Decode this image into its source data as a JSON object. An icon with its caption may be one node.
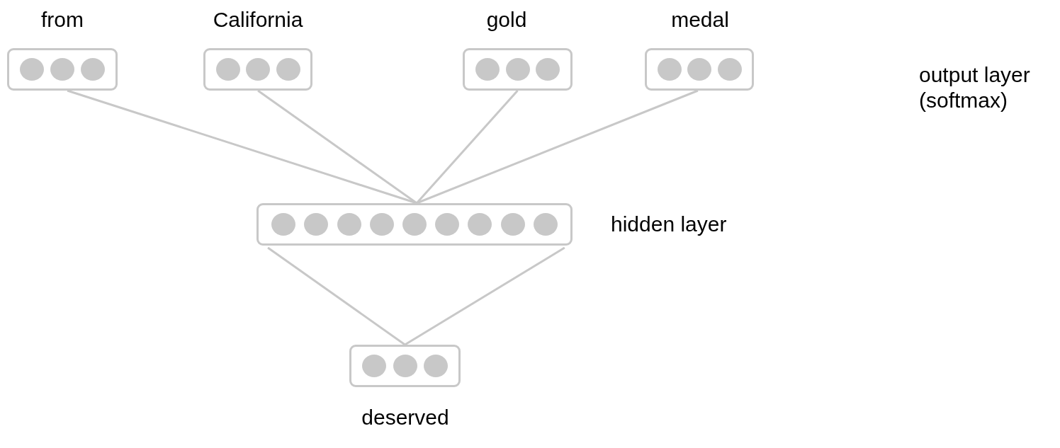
{
  "diagram": {
    "nodes": [
      {
        "text": [
          "from"
        ]
      },
      {
        "text": [
          "California"
        ]
      },
      {
        "text": [
          "gold"
        ]
      },
      {
        "text": [
          "medal"
        ]
      },
      {
        "text": [],
        "shape": "box",
        "beside": [
          "hidden layer"
        ]
      },
      {
        "text": [
          "deserved"
        ]
      }
    ],
    "edges": [
      {
        "from": 0,
        "to": 4,
        "arrow": "none"
      },
      {
        "from": 1,
        "to": 4,
        "arrow": "none"
      },
      {
        "from": 2,
        "to": 4,
        "arrow": "none"
      },
      {
        "from": 3,
        "to": 4,
        "arrow": "none"
      },
      {
        "from": 4,
        "to": 5,
        "arrow": "none"
      },
      {
        "from": 4,
        "to": 5,
        "arrow": "none"
      }
    ],
    "labels": [
      "output layer (softmax)"
    ]
  }
}
